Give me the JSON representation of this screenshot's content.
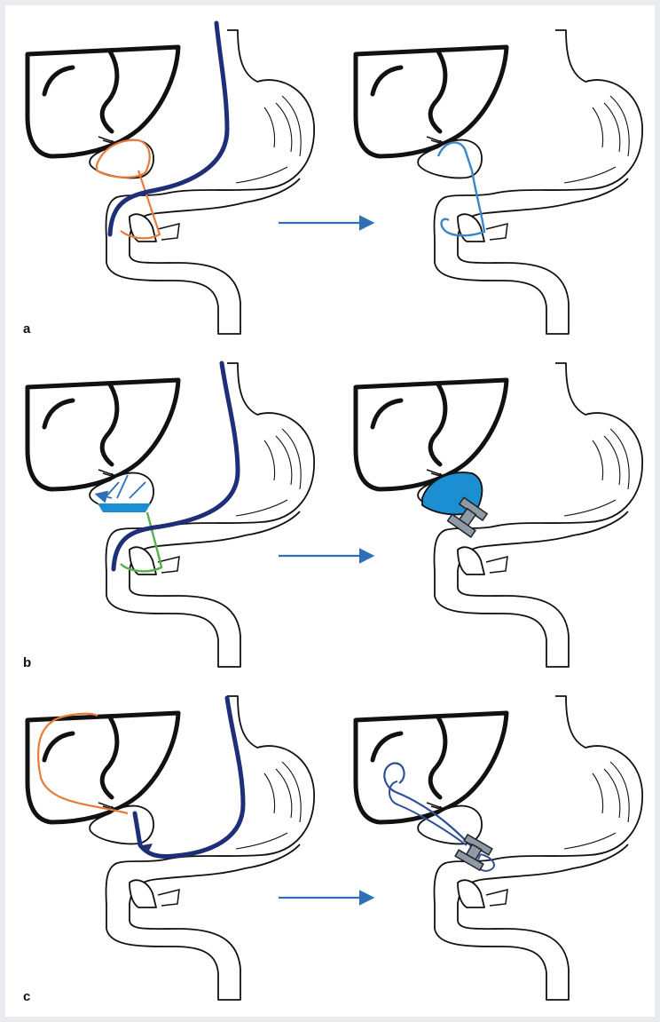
{
  "panels": [
    {
      "label": "a",
      "step": "duodenal_access_to_gallbladder",
      "wire_color": "#e87b3a",
      "stent_color": "#3a86c8"
    },
    {
      "label": "b",
      "step": "gallbladder_puncture_and_stent",
      "wire_color": "#55b14c",
      "stent_color": "#1b8fd1"
    },
    {
      "label": "c",
      "step": "transgastric_drainage",
      "wire_color": "#e87b3a",
      "stent_color": "#2d4f96"
    }
  ],
  "colors": {
    "endoscope": "#1e2f78",
    "arrow": "#2e6fb5",
    "outline": "#111111",
    "stent_metal": "#8f9aa8"
  }
}
